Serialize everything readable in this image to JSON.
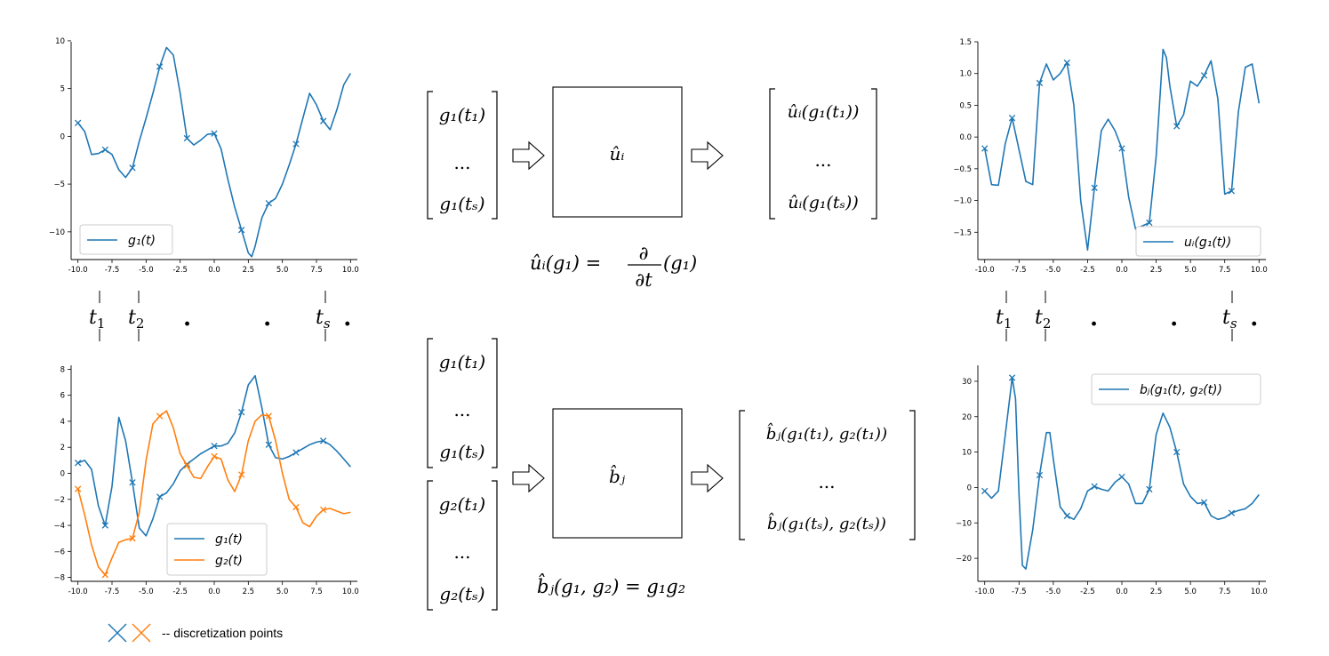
{
  "colors": {
    "blue": "#1f77b4",
    "orange": "#ff7f0e"
  },
  "chart_data": [
    {
      "id": "top-left",
      "type": "line",
      "xlim": [
        -10.5,
        10.5
      ],
      "ylim": [
        -12.9,
        9.9
      ],
      "xticks": [
        "-10.0",
        "-7.5",
        "-5.0",
        "-2.5",
        "0.0",
        "2.5",
        "5.0",
        "7.5",
        "10.0"
      ],
      "yticks": [
        "10",
        "5",
        "0",
        "−5",
        "−10"
      ],
      "legend_position": "lower left",
      "series": [
        {
          "name": "g₁(t)",
          "color": "#1f77b4",
          "x": [
            -10,
            -9.5,
            -9,
            -8.5,
            -8,
            -7.5,
            -7,
            -6.5,
            -6,
            -5.5,
            -5,
            -4.5,
            -4,
            -3.5,
            -3,
            -2.5,
            -2,
            -1.5,
            -1,
            -0.5,
            0,
            0.5,
            1,
            1.5,
            2,
            2.5,
            2.75,
            3,
            3.5,
            4,
            4.5,
            5,
            5.5,
            6,
            6.5,
            7,
            7.5,
            8,
            8.5,
            9,
            9.5,
            10
          ],
          "y": [
            1.4,
            0.5,
            -1.9,
            -1.8,
            -1.4,
            -1.9,
            -3.5,
            -4.3,
            -3.3,
            -0.5,
            1.9,
            4.5,
            7.3,
            9.3,
            8.5,
            4.5,
            -0.2,
            -0.9,
            -0.4,
            0.2,
            0.3,
            -1.3,
            -4.5,
            -7.4,
            -9.8,
            -12.2,
            -12.6,
            -11.5,
            -8.5,
            -7,
            -6.5,
            -5,
            -3,
            -0.8,
            1.9,
            4.5,
            3.3,
            1.6,
            0.7,
            2.8,
            5.4,
            6.6
          ],
          "markers_x": [
            -10,
            -8,
            -6,
            -4,
            -2,
            0,
            2,
            4,
            6,
            8
          ],
          "markers_y": [
            1.4,
            -1.4,
            -3.3,
            7.3,
            -0.2,
            0.3,
            -9.8,
            -7,
            -0.8,
            1.6
          ]
        }
      ]
    },
    {
      "id": "bottom-left",
      "type": "line",
      "xlim": [
        -10.5,
        10.5
      ],
      "ylim": [
        -8.3,
        8.3
      ],
      "xticks": [
        "-10.0",
        "-7.5",
        "-5.0",
        "-2.5",
        "0.0",
        "2.5",
        "5.0",
        "7.5",
        "10.0"
      ],
      "yticks": [
        "8",
        "6",
        "4",
        "2",
        "0",
        "−2",
        "−4",
        "−6",
        "−8"
      ],
      "legend_position": "lower center",
      "series": [
        {
          "name": "g₁(t)",
          "color": "#1f77b4",
          "x": [
            -10,
            -9.5,
            -9,
            -8.5,
            -8,
            -7.5,
            -7,
            -6.5,
            -6,
            -5.5,
            -5,
            -4.5,
            -4,
            -3.5,
            -3,
            -2.5,
            -2,
            -1.5,
            -1,
            -0.5,
            0,
            0.5,
            1,
            1.5,
            2,
            2.5,
            3,
            3.5,
            4,
            4.5,
            5,
            5.5,
            6,
            6.5,
            7,
            7.5,
            8,
            8.5,
            9,
            9.5,
            10
          ],
          "y": [
            0.8,
            1.0,
            0.3,
            -2.5,
            -4.0,
            -1.0,
            4.3,
            2.5,
            -0.7,
            -4.2,
            -4.8,
            -3.5,
            -1.8,
            -1.5,
            -0.8,
            0.2,
            0.7,
            1.1,
            1.5,
            1.8,
            2.1,
            2.1,
            2.3,
            3.1,
            4.7,
            6.8,
            7.5,
            5.0,
            2.2,
            1.2,
            1.1,
            1.3,
            1.6,
            1.9,
            2.2,
            2.4,
            2.5,
            2.2,
            1.7,
            1.1,
            0.5
          ],
          "markers_x": [
            -10,
            -8,
            -6,
            -4,
            -2,
            0,
            2,
            4,
            6,
            8
          ],
          "markers_y": [
            0.8,
            -4.0,
            -0.7,
            -1.8,
            0.7,
            2.1,
            4.7,
            2.2,
            1.6,
            2.5
          ]
        },
        {
          "name": "g₂(t)",
          "color": "#ff7f0e",
          "x": [
            -10,
            -9.5,
            -9,
            -8.5,
            -8,
            -7.5,
            -7,
            -6.5,
            -6,
            -5.5,
            -5,
            -4.5,
            -4,
            -3.5,
            -3,
            -2.5,
            -2,
            -1.5,
            -1,
            -0.5,
            0,
            0.5,
            1,
            1.5,
            2,
            2.5,
            3,
            3.5,
            4,
            4.5,
            5,
            5.5,
            6,
            6.5,
            7,
            7.5,
            8,
            8.5,
            9,
            9.5,
            10
          ],
          "y": [
            -1.2,
            -3.2,
            -5.5,
            -7.2,
            -7.8,
            -6.5,
            -5.3,
            -5.1,
            -5.0,
            -3.0,
            1.0,
            3.8,
            4.4,
            4.8,
            3.5,
            1.5,
            0.6,
            -0.3,
            -0.4,
            0.5,
            1.3,
            1.1,
            -0.5,
            -1.4,
            -0.1,
            2.5,
            4.0,
            4.5,
            4.4,
            2.5,
            0,
            -2.0,
            -2.6,
            -3.8,
            -4.1,
            -3.3,
            -2.8,
            -2.7,
            -2.9,
            -3.1,
            -3.0
          ],
          "markers_x": [
            -10,
            -8,
            -6,
            -4,
            -2,
            0,
            2,
            4,
            6,
            8
          ],
          "markers_y": [
            -1.2,
            -7.8,
            -5.0,
            4.4,
            0.6,
            1.3,
            -0.1,
            4.4,
            -2.6,
            -2.8
          ]
        }
      ]
    },
    {
      "id": "top-right",
      "type": "line",
      "xlim": [
        -10.5,
        10.5
      ],
      "ylim": [
        -1.93,
        1.5
      ],
      "xticks": [
        "-10.0",
        "-7.5",
        "-5.0",
        "-2.5",
        "0.0",
        "2.5",
        "5.0",
        "7.5",
        "10.0"
      ],
      "yticks": [
        "1.5",
        "1.0",
        "0.5",
        "0.0",
        "−0.5",
        "−1.0",
        "−1.5"
      ],
      "legend_position": "lower right",
      "series": [
        {
          "name": "uᵢ(g₁(t))",
          "color": "#1f77b4",
          "x": [
            -10,
            -9.5,
            -9,
            -8.5,
            -8,
            -7.5,
            -7,
            -6.5,
            -6,
            -5.5,
            -5,
            -4.5,
            -4,
            -3.5,
            -3,
            -2.5,
            -2,
            -1.5,
            -1,
            -0.5,
            0,
            0.5,
            1,
            1.5,
            2,
            2.5,
            3,
            3.25,
            3.5,
            4,
            4.5,
            5,
            5.5,
            6,
            6.5,
            7,
            7.5,
            8,
            8.5,
            9,
            9.5,
            10
          ],
          "y": [
            -0.18,
            -0.75,
            -0.76,
            -0.1,
            0.3,
            -0.2,
            -0.7,
            -0.75,
            0.85,
            1.15,
            0.9,
            1.0,
            1.17,
            0.5,
            -1.0,
            -1.78,
            -0.8,
            0.1,
            0.28,
            0.1,
            -0.18,
            -0.95,
            -1.45,
            -1.4,
            -1.35,
            -0.3,
            1.38,
            1.25,
            0.8,
            0.17,
            0.35,
            0.88,
            0.8,
            0.97,
            1.2,
            0.6,
            -0.9,
            -0.85,
            0.4,
            1.1,
            1.15,
            0.53
          ],
          "markers_x": [
            -10,
            -8,
            -6,
            -4,
            -2,
            0,
            2,
            4,
            6,
            8
          ],
          "markers_y": [
            -0.18,
            0.3,
            0.85,
            1.17,
            -0.8,
            -0.18,
            -1.35,
            0.17,
            0.97,
            -0.85
          ]
        }
      ]
    },
    {
      "id": "bottom-right",
      "type": "line",
      "xlim": [
        -10.5,
        10.5
      ],
      "ylim": [
        -26.5,
        34.5
      ],
      "xticks": [
        "-10.0",
        "-7.5",
        "-5.0",
        "-2.5",
        "0.0",
        "2.5",
        "5.0",
        "7.5",
        "10.0"
      ],
      "yticks": [
        "30",
        "20",
        "10",
        "0",
        "−10",
        "−20"
      ],
      "legend_position": "upper right",
      "series": [
        {
          "name": "bⱼ(g₁(t), g₂(t))",
          "color": "#1f77b4",
          "x": [
            -10,
            -9.5,
            -9,
            -8.5,
            -8,
            -7.75,
            -7.5,
            -7.25,
            -7,
            -6.5,
            -6,
            -5.5,
            -5.25,
            -5,
            -4.5,
            -4,
            -3.5,
            -3,
            -2.5,
            -2,
            -1.5,
            -1,
            -0.5,
            0,
            0.5,
            1,
            1.5,
            2,
            2.5,
            3,
            3.5,
            4,
            4.5,
            5,
            5.5,
            6,
            6.5,
            7,
            7.5,
            8,
            8.5,
            9,
            9.5,
            10
          ],
          "y": [
            -1,
            -3,
            -1,
            15,
            31,
            25,
            -2,
            -22,
            -23,
            -12,
            3.5,
            15.5,
            15.5,
            8,
            -5.5,
            -8,
            -9,
            -6,
            -1,
            0.3,
            -0.5,
            -1,
            1.5,
            3,
            1,
            -4.5,
            -4.5,
            -0.5,
            15,
            21,
            17,
            10,
            1,
            -2.5,
            -4.5,
            -4.2,
            -8,
            -9,
            -8.5,
            -7.2,
            -6.5,
            -6,
            -4.5,
            -2
          ],
          "markers_x": [
            -10,
            -8,
            -6,
            -4,
            -2,
            0,
            2,
            4,
            6,
            8
          ],
          "markers_y": [
            -1,
            31,
            3.5,
            -8,
            0.3,
            3,
            -0.5,
            10,
            -4.2,
            -7.2
          ]
        }
      ]
    }
  ],
  "discretization": {
    "t1": "t",
    "t1_sub": "1",
    "t2": "t",
    "t2_sub": "2",
    "ts": "t",
    "ts_sub": "s",
    "dots": ". . ."
  },
  "top_row": {
    "input_vector": [
      "g₁(t₁)",
      "...",
      "g₁(tₛ)"
    ],
    "operator": "ûᵢ",
    "output_vector": [
      "ûᵢ(g₁(t₁))",
      "...",
      "ûᵢ(g₁(tₛ))"
    ],
    "definition_lhs": "ûᵢ(g₁) =",
    "definition_frac_num": "∂",
    "definition_frac_den": "∂t",
    "definition_rhs": "(g₁)"
  },
  "bottom_row": {
    "input_vector_1": [
      "g₁(t₁)",
      "...",
      "g₁(tₛ)"
    ],
    "input_vector_2": [
      "g₂(t₁)",
      "...",
      "g₂(tₛ)"
    ],
    "operator": "b̂ⱼ",
    "output_vector": [
      "b̂ⱼ(g₁(t₁), g₂(t₁))",
      "...",
      "b̂ⱼ(g₁(tₛ), g₂(tₛ))"
    ],
    "definition": "b̂ⱼ(g₁, g₂) = g₁g₂"
  },
  "caption": "-- discretization points"
}
